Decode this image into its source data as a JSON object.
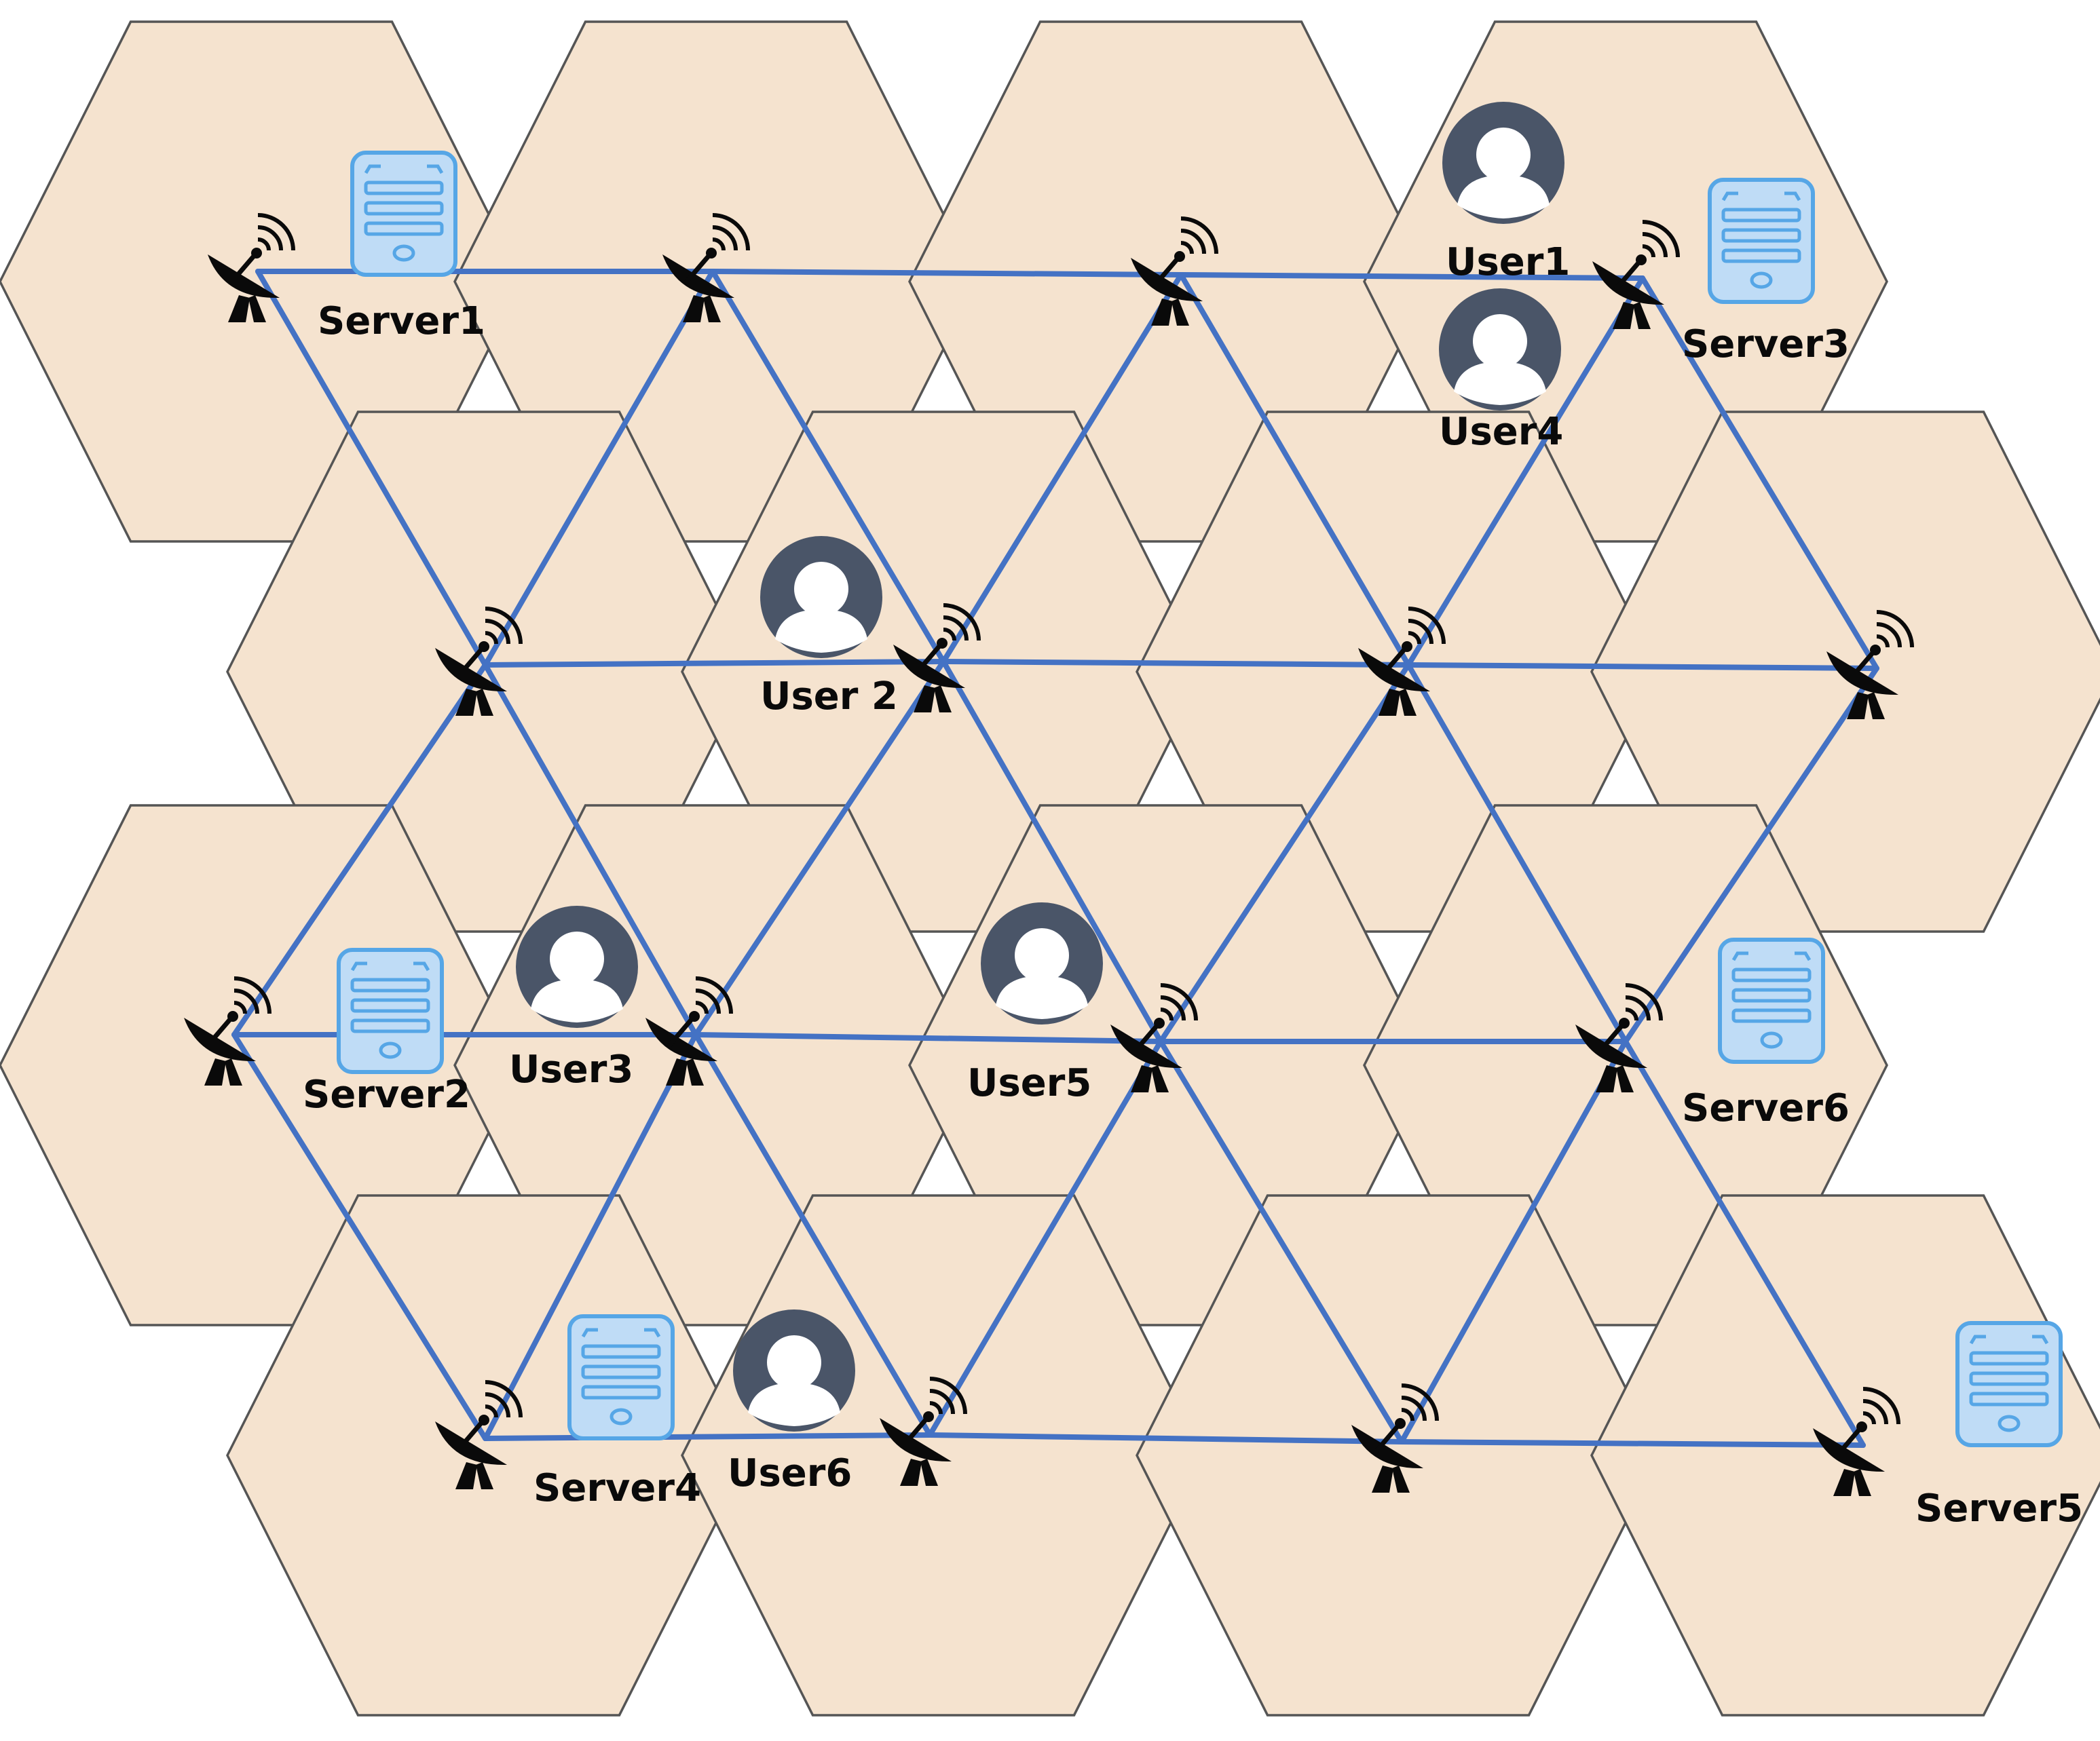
{
  "colors": {
    "cell_fill": "#f5e3cf",
    "cell_border": "#555555",
    "link": "#4472c4",
    "server_body": "#bfdcf6",
    "server_outline": "#56a6e6",
    "user_circle": "#4a5568",
    "antenna": "#0a0a0a"
  },
  "icons": {
    "antenna": "satellite-dish-icon",
    "server": "server-icon",
    "user": "user-icon"
  },
  "labels": {
    "server1": "Server1",
    "server2": "Server2",
    "server3": "Server3",
    "server4": "Server4",
    "server5": "Server5",
    "server6": "Server6",
    "user1": "User1",
    "user2": "User 2",
    "user3": "User3",
    "user4": "User4",
    "user5": "User5",
    "user6": "User6"
  },
  "nodes": [
    {
      "id": "b1"
    },
    {
      "id": "b2"
    },
    {
      "id": "b3"
    },
    {
      "id": "b4"
    },
    {
      "id": "b5"
    },
    {
      "id": "b6"
    },
    {
      "id": "b7"
    },
    {
      "id": "b8"
    },
    {
      "id": "b9"
    },
    {
      "id": "b10"
    },
    {
      "id": "b11"
    },
    {
      "id": "b12"
    },
    {
      "id": "b13"
    },
    {
      "id": "b14"
    },
    {
      "id": "b15"
    },
    {
      "id": "b16"
    }
  ],
  "links": [
    [
      "b1",
      "b2"
    ],
    [
      "b2",
      "b3"
    ],
    [
      "b3",
      "b4"
    ],
    [
      "b5",
      "b6"
    ],
    [
      "b6",
      "b7"
    ],
    [
      "b7",
      "b8"
    ],
    [
      "b9",
      "b10"
    ],
    [
      "b10",
      "b11"
    ],
    [
      "b11",
      "b12"
    ],
    [
      "b13",
      "b14"
    ],
    [
      "b14",
      "b15"
    ],
    [
      "b15",
      "b16"
    ],
    [
      "b1",
      "b5"
    ],
    [
      "b2",
      "b5"
    ],
    [
      "b2",
      "b6"
    ],
    [
      "b3",
      "b6"
    ],
    [
      "b3",
      "b7"
    ],
    [
      "b4",
      "b7"
    ],
    [
      "b4",
      "b8"
    ],
    [
      "b5",
      "b9"
    ],
    [
      "b5",
      "b10"
    ],
    [
      "b6",
      "b10"
    ],
    [
      "b6",
      "b11"
    ],
    [
      "b7",
      "b11"
    ],
    [
      "b7",
      "b12"
    ],
    [
      "b8",
      "b12"
    ],
    [
      "b9",
      "b13"
    ],
    [
      "b10",
      "b13"
    ],
    [
      "b10",
      "b14"
    ],
    [
      "b11",
      "b14"
    ],
    [
      "b11",
      "b15"
    ],
    [
      "b12",
      "b15"
    ],
    [
      "b12",
      "b16"
    ]
  ]
}
